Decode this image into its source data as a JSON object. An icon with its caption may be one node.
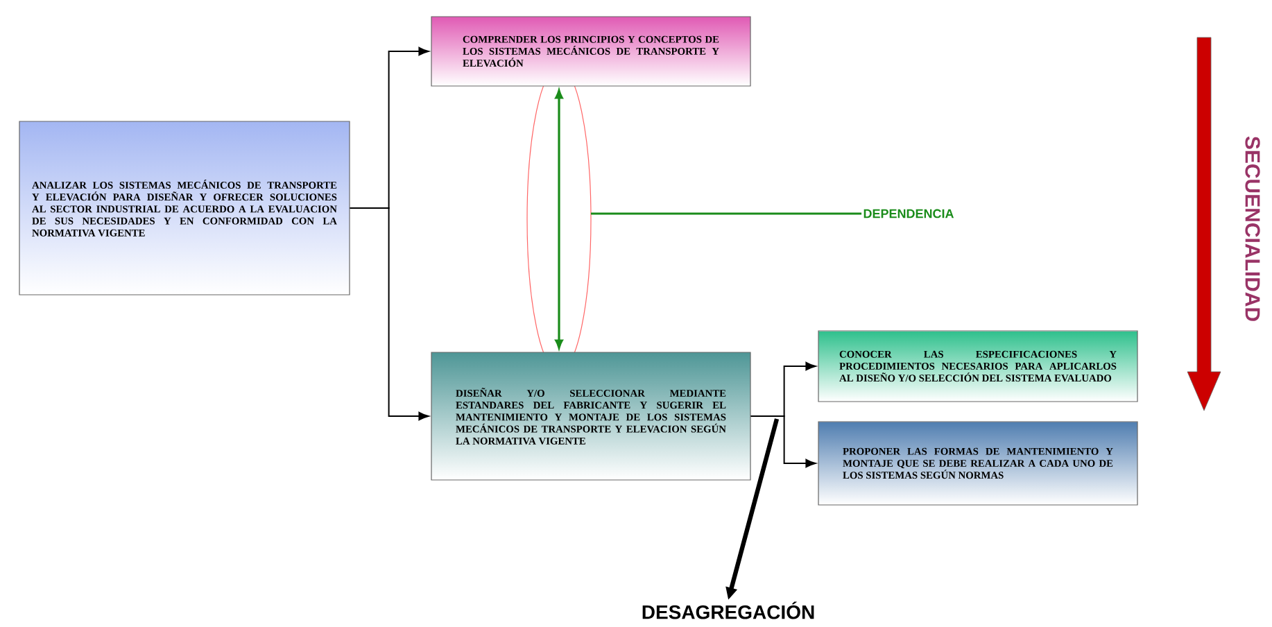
{
  "diagram": {
    "nodes": [
      {
        "text": [
          "ANALIZAR LOS SISTEMAS MECÁNICOS DE TRANSPORTE Y ELEVACIÓN PARA DISEÑAR Y OFRECER SOLUCIONES AL SECTOR INDUSTRIAL DE ACUERDO A LA EVALUACION DE SUS NECESIDADES Y EN CONFORMIDAD CON LA NORMATIVA VIGENTE"
        ]
      },
      {
        "text": [
          "COMPRENDER LOS PRINCIPIOS Y CONCEPTOS DE LOS SISTEMAS MECÁNICOS DE TRANSPORTE Y ELEVACIÓN"
        ]
      },
      {
        "text": [
          "DISEÑAR Y/O SELECCIONAR MEDIANTE ESTANDARES DEL FABRICANTE Y SUGERIR EL MANTENIMIENTO Y MONTAJE DE LOS SISTEMAS MECÁNICOS DE TRANSPORTE Y ELEVACION SEGÚN LA NORMATIVA VIGENTE"
        ]
      },
      {
        "text": [
          "CONOCER LAS ESPECIFICACIONES Y PROCEDIMIENTOS NECESARIOS PARA APLICARLOS AL DISEÑO Y/O SELECCIÓN DEL SISTEMA EVALUADO"
        ]
      },
      {
        "text": [
          "PROPONER LAS FORMAS DE MANTENIMIENTO Y MONTAJE QUE SE DEBE REALIZAR A CADA UNO DE LOS SISTEMAS SEGÚN NORMAS"
        ]
      },
      {
        "text": [
          "DEPENDENCIA"
        ]
      },
      {
        "text": [
          "DESAGREGACIÓN"
        ]
      },
      {
        "text": [
          "SECUENCIALIDAD"
        ]
      }
    ],
    "edges": [
      {
        "from": 0,
        "to": 1,
        "arrow": "to"
      },
      {
        "from": 0,
        "to": 2,
        "arrow": "to"
      },
      {
        "from": 2,
        "to": 3,
        "arrow": "to"
      },
      {
        "from": 2,
        "to": 4,
        "arrow": "to"
      },
      {
        "from": 1,
        "to": 2,
        "arrow": "both",
        "color": "#1a8c1a"
      },
      {
        "from": 5,
        "to": null,
        "arrow": "none",
        "color": "#1a8c1a"
      },
      {
        "from": null,
        "to": 6,
        "arrow": "to",
        "style": "thick"
      }
    ]
  }
}
